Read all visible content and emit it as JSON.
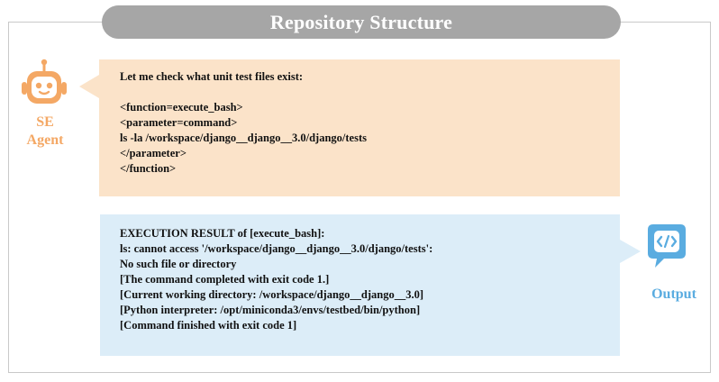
{
  "title": "Repository Structure",
  "agent": {
    "label_line1": "SE",
    "label_line2": "Agent",
    "icon": "robot-icon",
    "color": "#f4a865",
    "bubble_color": "#fbe3c9",
    "intro": "Let me check what unit test files exist:",
    "code_lines": [
      "<function=execute_bash>",
      "<parameter=command>",
      "ls -la /workspace/django__django__3.0/django/tests",
      "</parameter>",
      "</function>"
    ]
  },
  "output": {
    "label": "Output",
    "icon": "code-chat-icon",
    "color": "#5aace0",
    "bubble_color": "#dcedf8",
    "lines": [
      "EXECUTION RESULT of [execute_bash]:",
      "ls: cannot access '/workspace/django__django__3.0/django/tests':",
      "No such file or directory",
      "[The command completed with exit code 1.]",
      "[Current working directory: /workspace/django__django__3.0]",
      "[Python interpreter: /opt/miniconda3/envs/testbed/bin/python]",
      "[Command finished with exit code 1]"
    ]
  }
}
